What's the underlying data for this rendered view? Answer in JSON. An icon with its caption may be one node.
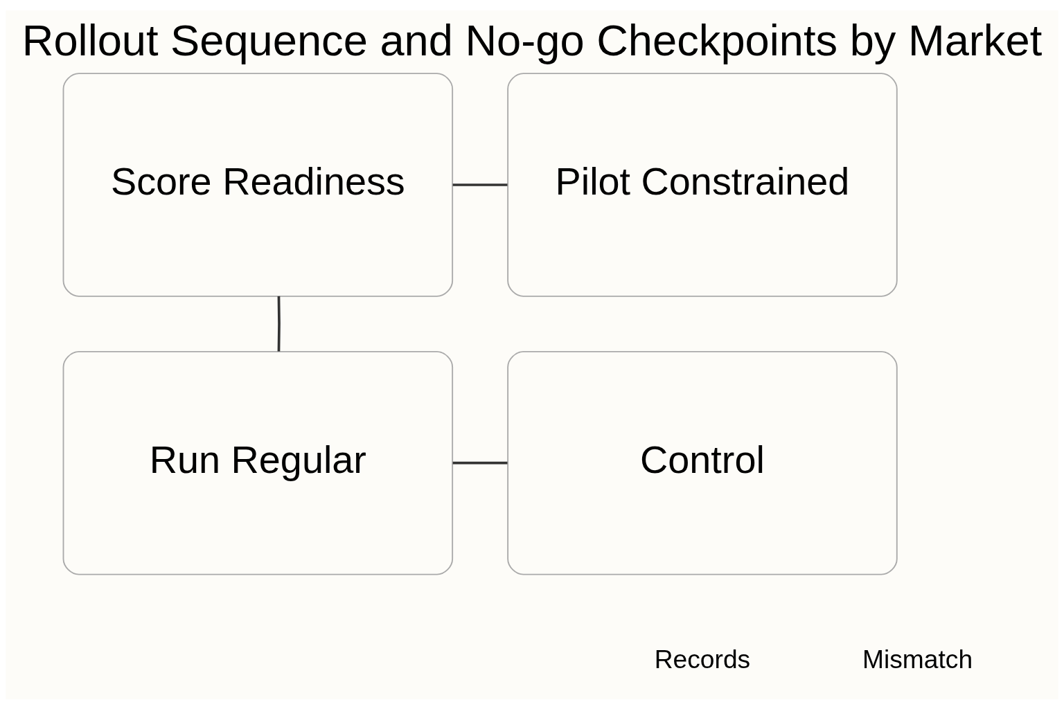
{
  "diagram": {
    "title": "Rollout Sequence and No-go Checkpoints by Market",
    "nodes": [
      {
        "text": [
          "Score Readiness"
        ]
      },
      {
        "text": [
          "Pilot Constrained"
        ]
      },
      {
        "text": [
          "Run Regular"
        ]
      },
      {
        "text": [
          "Control"
        ]
      }
    ],
    "edges": [
      {
        "from": 0,
        "to": 1,
        "arrow": "none"
      },
      {
        "from": 0,
        "to": 2,
        "arrow": "none"
      },
      {
        "from": 2,
        "to": 3,
        "arrow": "none"
      }
    ],
    "labels": [
      "Records",
      "Mismatch"
    ]
  }
}
